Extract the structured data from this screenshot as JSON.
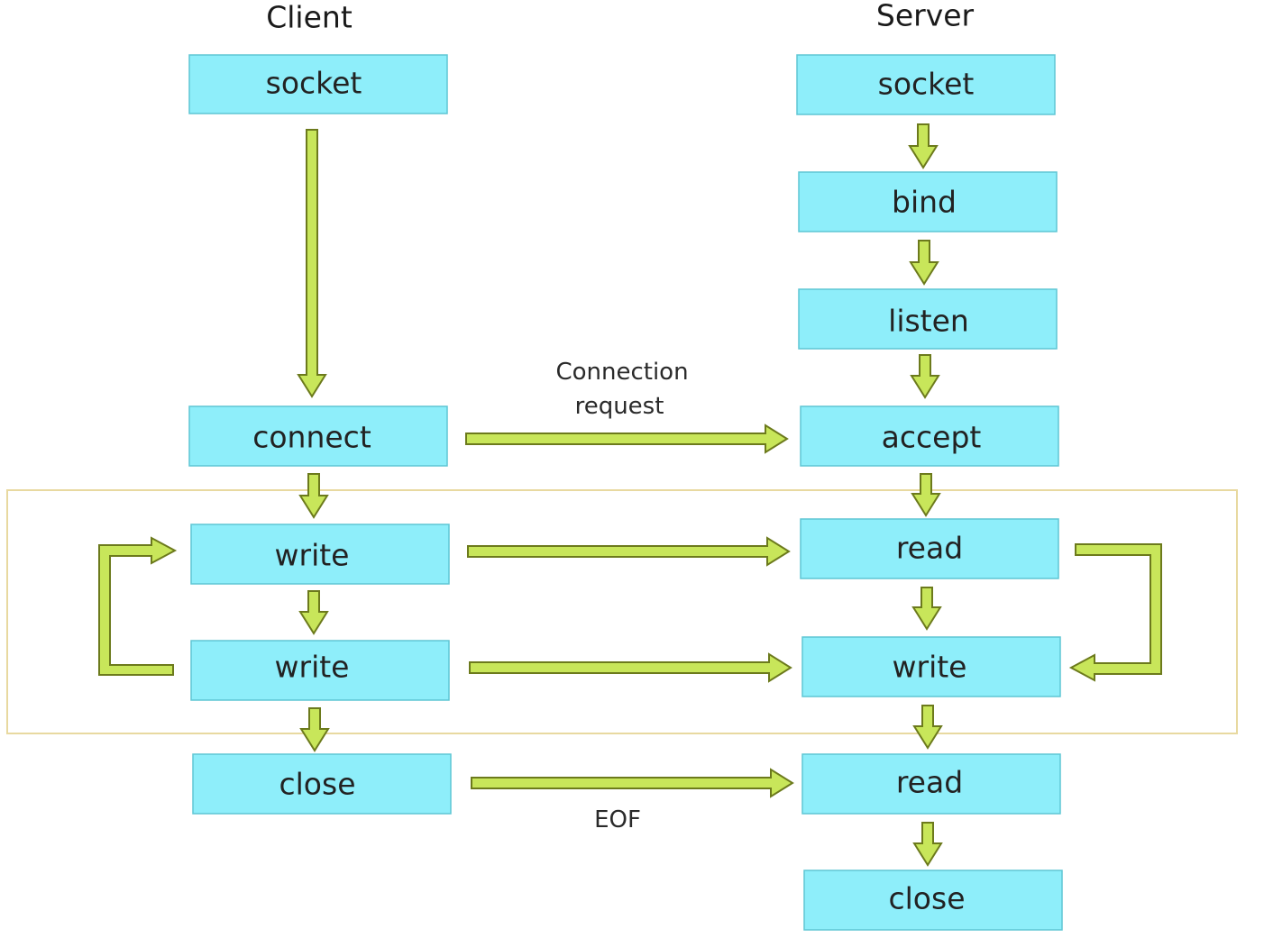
{
  "columns": {
    "client": "Client",
    "server": "Server"
  },
  "client_steps": {
    "socket": "socket",
    "connect": "connect",
    "write_1": "write",
    "write_2": "write",
    "close": "close"
  },
  "server_steps": {
    "socket": "socket",
    "bind": "bind",
    "listen": "listen",
    "accept": "accept",
    "read_1": "read",
    "write": "write",
    "read_2": "read",
    "close": "close"
  },
  "labels": {
    "connection_request_line1": "Connection",
    "connection_request_line2": "request",
    "eof": "EOF"
  },
  "colors": {
    "box_fill": "#8eeefa",
    "arrow_fill": "#c8e65a",
    "frame": "#e8d9a0"
  }
}
